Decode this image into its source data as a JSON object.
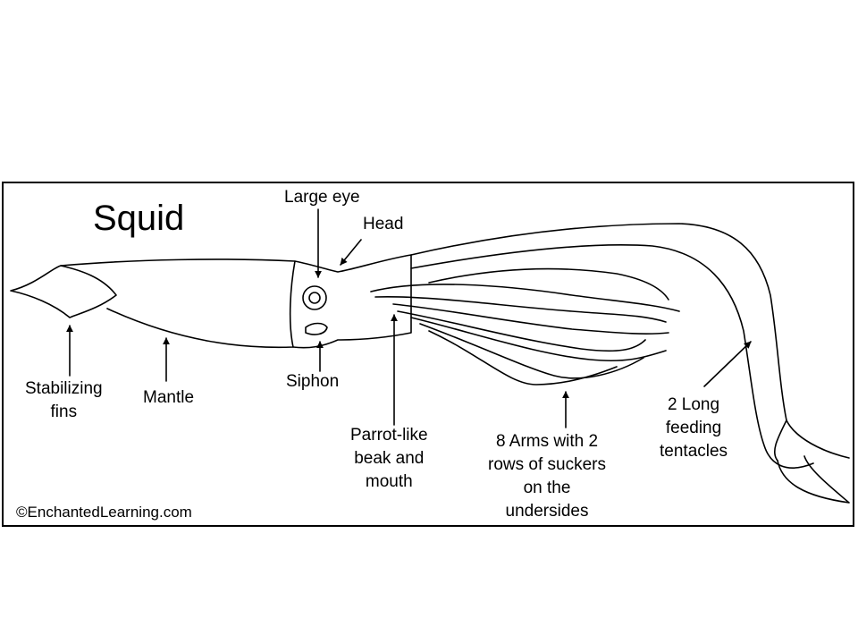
{
  "diagram": {
    "title": "Squid",
    "labels": {
      "large_eye": "Large eye",
      "head": "Head",
      "stabilizing_fins": "Stabilizing\nfins",
      "mantle": "Mantle",
      "siphon": "Siphon",
      "beak": "Parrot-like\nbeak and\nmouth",
      "arms": "8 Arms with 2\nrows of suckers\non the\nundersides",
      "tentacles": "2 Long\nfeeding\ntentacles"
    },
    "copyright": "©EnchantedLearning.com"
  },
  "colors": {
    "line": "#000000",
    "background": "#ffffff"
  }
}
